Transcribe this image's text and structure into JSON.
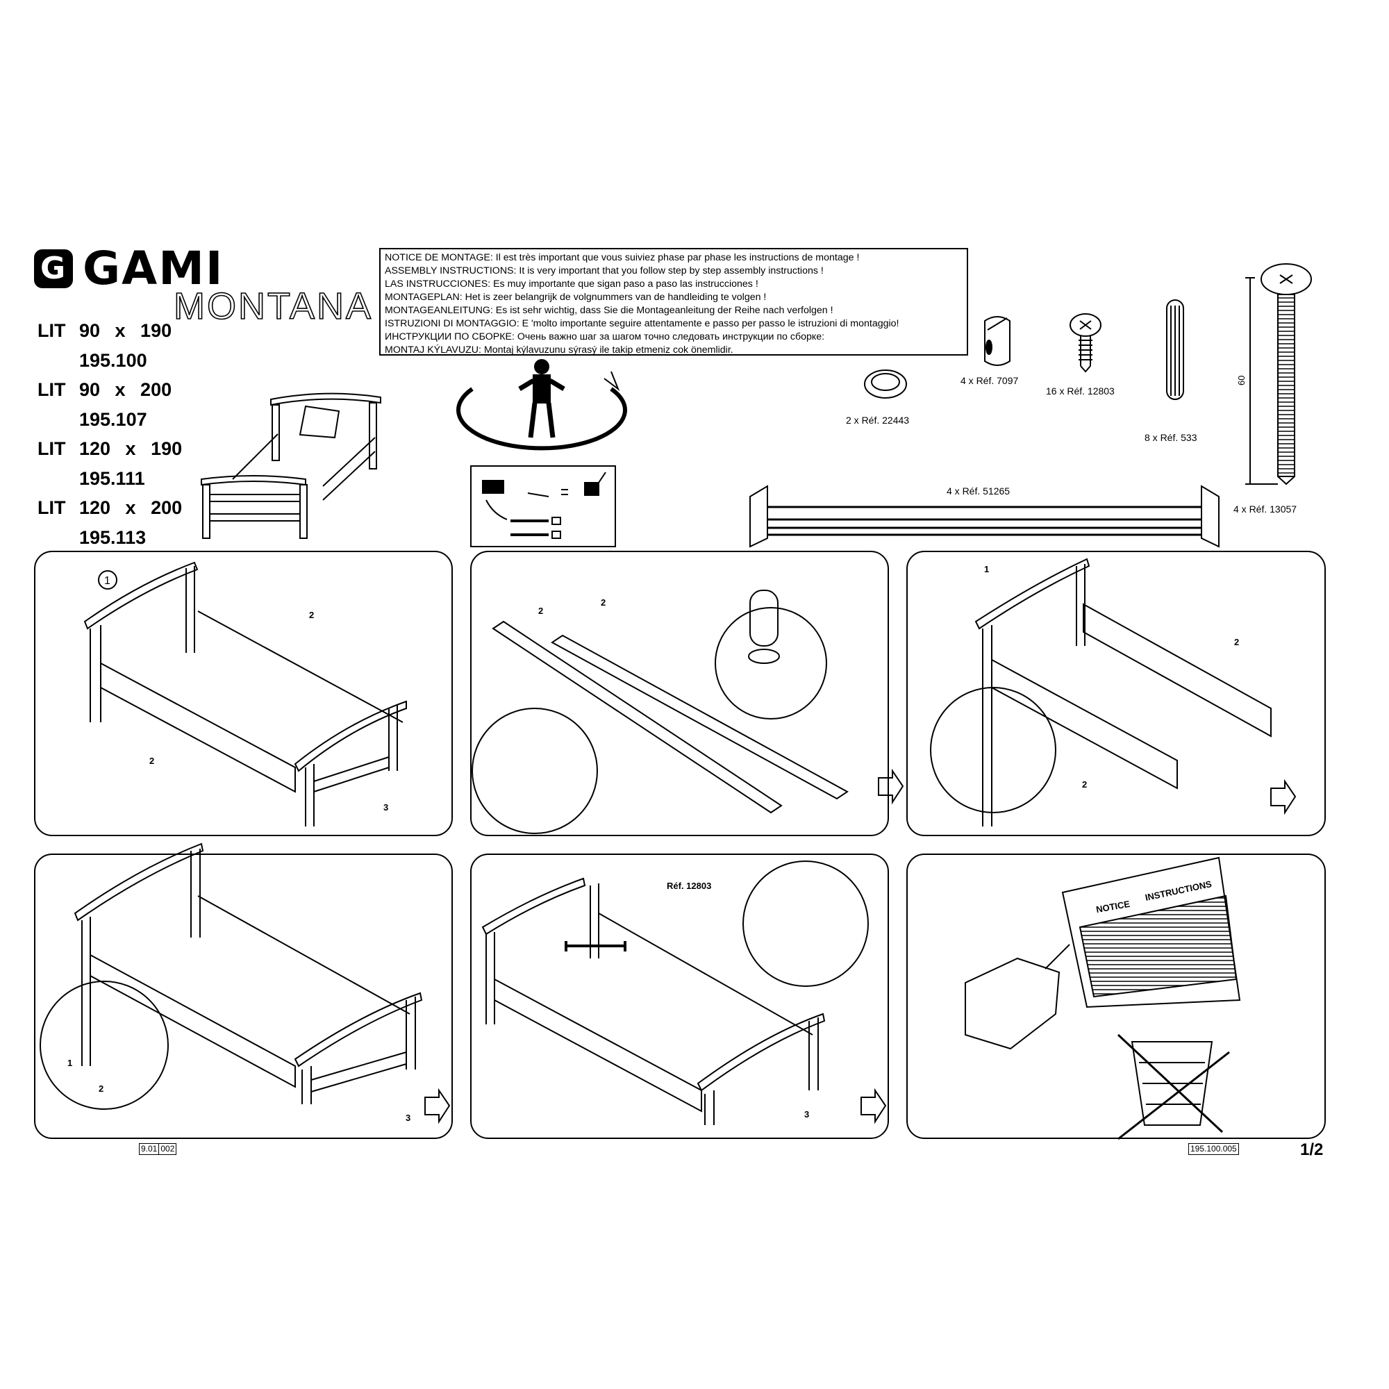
{
  "brand": {
    "logo_text": "GAMI",
    "logo_mark": "G",
    "model": "MONTANA"
  },
  "variants": [
    {
      "type": "LIT",
      "size": "90 x 190",
      "ref": "195.100"
    },
    {
      "type": "LIT",
      "size": "90 x 200",
      "ref": "195.107"
    },
    {
      "type": "LIT",
      "size": "120 x 190",
      "ref": "195.111"
    },
    {
      "type": "LIT",
      "size": "120 x 200",
      "ref": "195.113"
    }
  ],
  "notice_lines": [
    "NOTICE DE MONTAGE: Il est très important que vous suiviez phase par phase les instructions de montage !",
    "ASSEMBLY INSTRUCTIONS: It is very important that  you follow step by step assembly instructions !",
    "LAS INSTRUCCIONES: Es muy importante que sigan paso a paso las instrucciones !",
    "MONTAGEPLAN: Het is zeer belangrijk de volgnummers van de handleiding te volgen !",
    "MONTAGEANLEITUNG: Es ist sehr wichtig, dass Sie die Montageanleitung der Reihe nach verfolgen !",
    "ISTRUZIONI DI MONTAGGIO: E 'molto importante seguire attentamente e passo per passo le istruzioni di montaggio!",
    "ИНСТРУКЦИИ ПО СБОРКЕ: Очень важно шаг за шагом точно следовать инструкции по сборке:",
    "MONTAJ KÝLAVUZU: Montaj kýlavuzunu sýrasý ile takip etmeniz cok önemlidir."
  ],
  "hardware": [
    {
      "qty_label": "2 x Réf. 22443",
      "icon": "washer"
    },
    {
      "qty_label": "4 x Réf. 7097",
      "icon": "cam-nut"
    },
    {
      "qty_label": "16 x Réf. 12803",
      "icon": "wood-screw"
    },
    {
      "qty_label": "8 x Réf. 533",
      "icon": "dowel"
    },
    {
      "qty_label": "4 x Réf. 13057",
      "icon": "bolt",
      "dimension": "60"
    },
    {
      "qty_label": "4 x Réf. 51265",
      "icon": "metal-rail"
    }
  ],
  "steps": {
    "step1_callouts": [
      "1",
      "2",
      "2",
      "3"
    ],
    "step2_callouts": [
      "2",
      "2"
    ],
    "step3_callouts": [
      "1",
      "2",
      "2"
    ],
    "step4_callouts": [
      "3",
      "1",
      "2"
    ],
    "step5_ref": "Réf. 12803",
    "step5_callouts": [
      "3"
    ],
    "step6_notice": {
      "left": "NOTICE",
      "right": "INSTRUCTIONS"
    }
  },
  "footer": {
    "stamp_left": [
      "9.01",
      "002"
    ],
    "stamp_right": "195.100.005",
    "page": "1/2"
  }
}
